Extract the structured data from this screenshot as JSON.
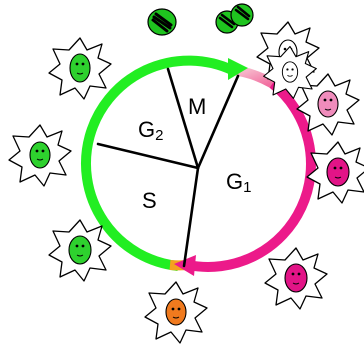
{
  "phases": {
    "g1": {
      "label": "G1",
      "main": "G",
      "sub": "1"
    },
    "s": {
      "label": "S"
    },
    "g2": {
      "label": "G2",
      "main": "G",
      "sub": "2"
    },
    "m": {
      "label": "M"
    }
  },
  "colors": {
    "g1_arc": "#ec1a8a",
    "s_g2_arc": "#22ee22",
    "m_arc_start": "#f7c8d4",
    "m_arc_end": "#f26ea0",
    "transition_arc": "#f5a21e",
    "cell_green": "#2ed12e",
    "cell_magenta": "#e21487",
    "cell_pink": "#f08cbc",
    "cell_orange": "#f07a1e",
    "cell_white": "#ffffff",
    "chromosome_green": "#1fc41f",
    "outline": "#000000"
  },
  "cells": {
    "membrane": "spiky-cell-outline",
    "nucleus": "oval-nucleus-with-face",
    "mitotic": "dividing-cell-chromosomes"
  }
}
